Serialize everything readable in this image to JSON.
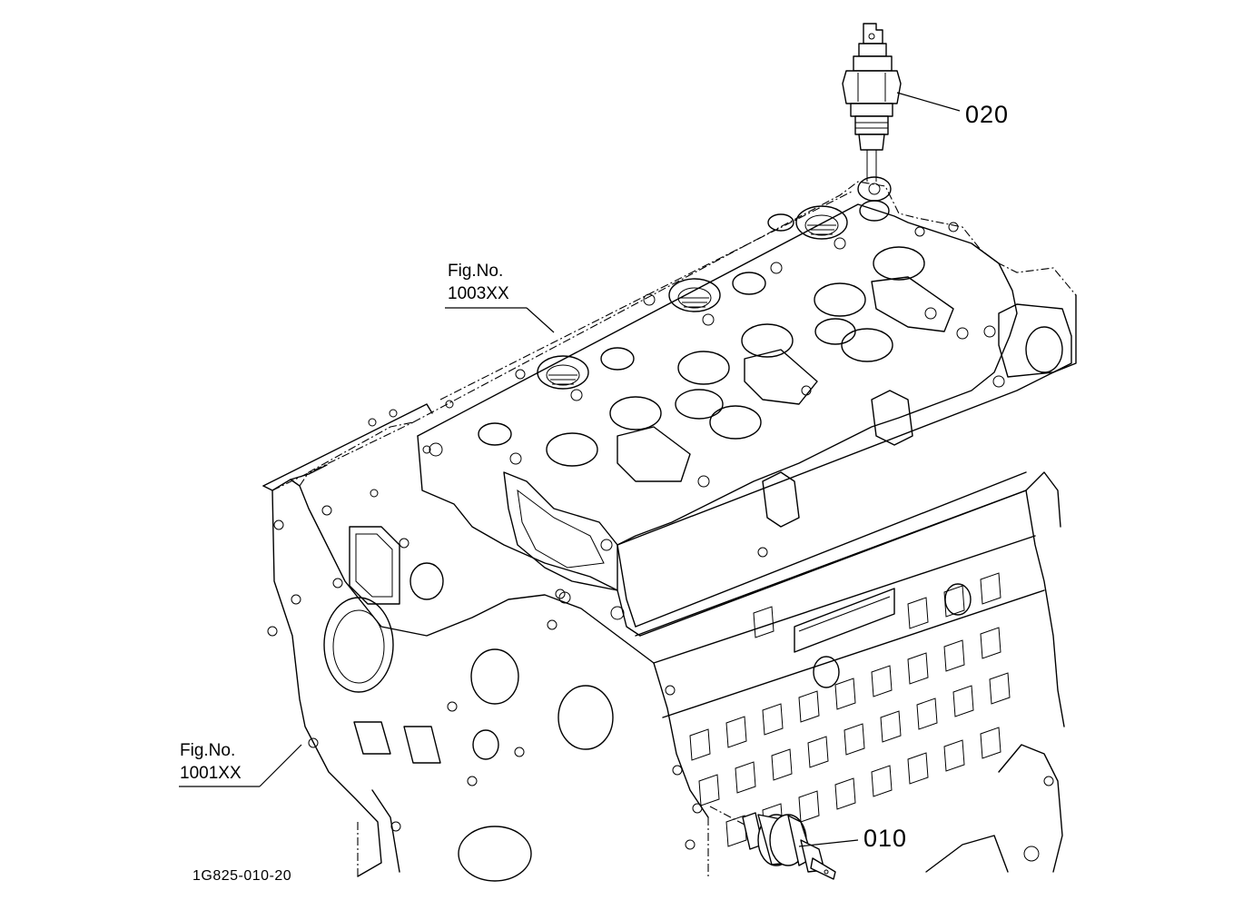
{
  "parts": [
    {
      "id": "part-010",
      "callout": "010"
    },
    {
      "id": "part-020",
      "callout": "020"
    }
  ],
  "references": [
    {
      "id": "ref-cylinder-block",
      "line1": "Fig.No.",
      "line2": "1001XX"
    },
    {
      "id": "ref-cylinder-head",
      "line1": "Fig.No.",
      "line2": "1003XX"
    }
  ],
  "illustration_code": "1G825-010-20"
}
